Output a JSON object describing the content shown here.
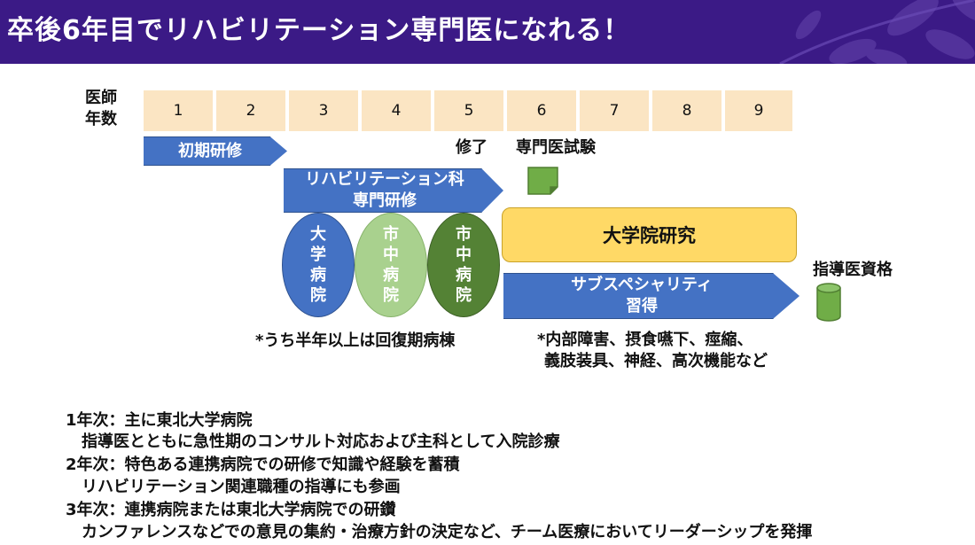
{
  "header": {
    "title": "卒後6年目でリハビリテーション専門医になれる！"
  },
  "timeline": {
    "row_label_line1": "医師",
    "row_label_line2": "年数",
    "years": [
      "1",
      "2",
      "3",
      "4",
      "5",
      "6",
      "7",
      "8",
      "9"
    ]
  },
  "training": {
    "initial_label": "初期研修",
    "rehab_line1": "リハビリテーション科",
    "rehab_line2": "専門研修",
    "completion_label": "修了",
    "exam_label": "専門医試験"
  },
  "hospitals": [
    {
      "chars": [
        "大",
        "学",
        "病",
        "院"
      ],
      "color": "#4472c4"
    },
    {
      "chars": [
        "市",
        "中",
        "病",
        "院"
      ],
      "color": "#a9d18e"
    },
    {
      "chars": [
        "市",
        "中",
        "病",
        "院"
      ],
      "color": "#548235"
    }
  ],
  "hospital_note": "*うち半年以上は回復期病棟",
  "research_label": "大学院研究",
  "subspecialty": {
    "line1": "サブスペシャリティ",
    "line2": "習得"
  },
  "instructor_label": "指導医資格",
  "subspecialty_note": {
    "line1": "*内部障害、摂食嚥下、痙縮、",
    "line2": "義肢装具、神経、高次機能など"
  },
  "descriptions": [
    "1年次：主に東北大学病院",
    "　指導医とともに急性期のコンサルト対応および主科として入院診療",
    "2年次：特色ある連携病院での研修で知識や経験を蓄積",
    "　リハビリテーション関連職種の指導にも参画",
    "3年次：連携病院または東北大学病院での研鑽",
    "　カンファレンスなどでの意見の集約・治療方針の決定など、チーム医療においてリーダーシップを発揮"
  ],
  "colors": {
    "header": "#3b1a86",
    "arrow": "#4472c4",
    "year_cell": "#fbe5c3",
    "research": "#ffd966",
    "marker": "#70ad47"
  }
}
